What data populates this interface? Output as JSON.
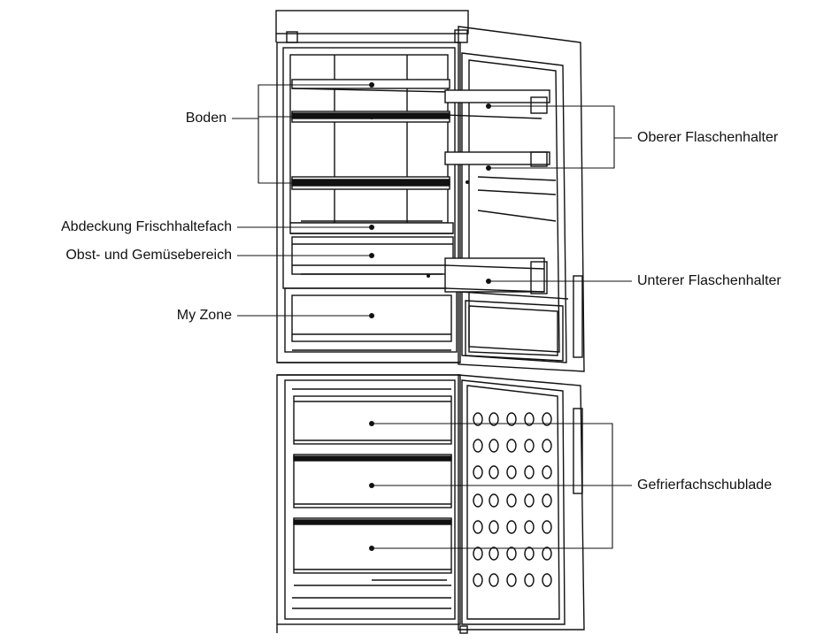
{
  "labels": {
    "boden": "Boden",
    "abdeckung": "Abdeckung Frischhaltefach",
    "obst": "Obst- und Gemüsebereich",
    "myzone": "My Zone",
    "oberer": "Oberer Flaschenhalter",
    "unterer": "Unterer Flaschenhalter",
    "gefrier": "Gefrierfachschublade"
  },
  "colors": {
    "line": "#111111",
    "background": "#ffffff"
  }
}
